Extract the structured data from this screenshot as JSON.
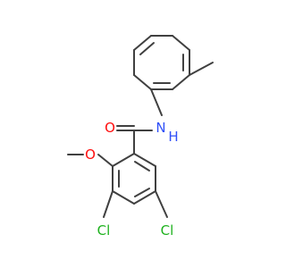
{
  "molecule": {
    "atoms": {
      "oxygen_carbonyl": {
        "label": "O",
        "color": "#ff0d0d"
      },
      "nitrogen_amide": {
        "label": "N",
        "color": "#3050f8"
      },
      "hydrogen_amide": {
        "label": "H",
        "color": "#3050f8"
      },
      "oxygen_methoxy": {
        "label": "O",
        "color": "#ff0d0d"
      },
      "chlorine_3": {
        "label": "Cl",
        "color": "#1fb21f"
      },
      "chlorine_5": {
        "label": "Cl",
        "color": "#1fb21f"
      }
    },
    "bond_color": "#404040"
  }
}
